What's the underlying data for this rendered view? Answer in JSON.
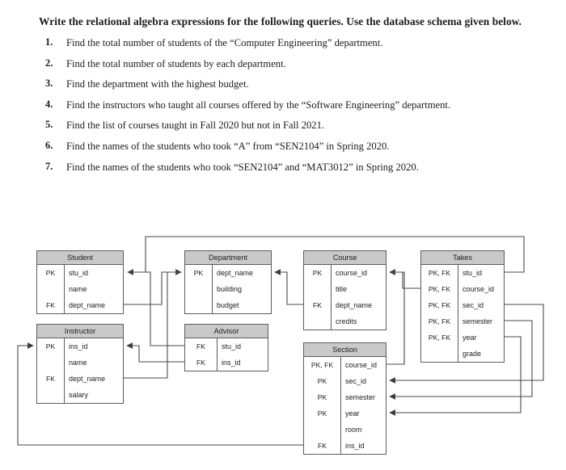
{
  "prompt": {
    "heading": "Write the relational algebra expressions for the following queries. Use the database schema given below.",
    "questions": [
      {
        "num": "1.",
        "text": "Find the total number of students of the “Computer Engineering” department."
      },
      {
        "num": "2.",
        "text": "Find the total number of students by each department."
      },
      {
        "num": "3.",
        "text": "Find the department with the highest budget."
      },
      {
        "num": "4.",
        "text": "Find the instructors who taught all courses offered by the “Software Engineering” department."
      },
      {
        "num": "5.",
        "text": "Find the list of courses taught in Fall 2020 but not in Fall 2021."
      },
      {
        "num": "6.",
        "text": "Find the names of the students who took “A” from “SEN2104” in Spring 2020."
      },
      {
        "num": "7.",
        "text": "Find the names of the students who took “SEN2104” and “MAT3012” in Spring 2020."
      }
    ]
  },
  "diagram": {
    "colors": {
      "header_fill": "#c9c9c9",
      "border": "#5c5c5c",
      "connector": "#4a4a4a",
      "body_fill": "#ffffff"
    },
    "entities": [
      {
        "id": "student",
        "title": "Student",
        "attributes": [
          {
            "key": "PK",
            "name": "stu_id"
          },
          {
            "key": "",
            "name": "name"
          },
          {
            "key": "FK",
            "name": "dept_name"
          }
        ]
      },
      {
        "id": "department",
        "title": "Department",
        "attributes": [
          {
            "key": "PK",
            "name": "dept_name"
          },
          {
            "key": "",
            "name": "building"
          },
          {
            "key": "",
            "name": "budget"
          }
        ]
      },
      {
        "id": "course",
        "title": "Course",
        "attributes": [
          {
            "key": "PK",
            "name": "course_id"
          },
          {
            "key": "",
            "name": "title"
          },
          {
            "key": "FK",
            "name": "dept_name"
          },
          {
            "key": "",
            "name": "credits"
          }
        ]
      },
      {
        "id": "takes",
        "title": "Takes",
        "attributes": [
          {
            "key": "PK, FK",
            "name": "stu_id"
          },
          {
            "key": "PK, FK",
            "name": "course_id"
          },
          {
            "key": "PK, FK",
            "name": "sec_id"
          },
          {
            "key": "PK, FK",
            "name": "semester"
          },
          {
            "key": "PK, FK",
            "name": "year"
          },
          {
            "key": "",
            "name": "grade"
          }
        ]
      },
      {
        "id": "instructor",
        "title": "Instructor",
        "attributes": [
          {
            "key": "PK",
            "name": "ins_id"
          },
          {
            "key": "",
            "name": "name"
          },
          {
            "key": "FK",
            "name": "dept_name"
          },
          {
            "key": "",
            "name": "salary"
          }
        ]
      },
      {
        "id": "advisor",
        "title": "Advisor",
        "attributes": [
          {
            "key": "FK",
            "name": "stu_id"
          },
          {
            "key": "FK",
            "name": "ins_id"
          }
        ]
      },
      {
        "id": "section",
        "title": "Section",
        "attributes": [
          {
            "key": "PK, FK",
            "name": "course_id"
          },
          {
            "key": "PK",
            "name": "sec_id"
          },
          {
            "key": "PK",
            "name": "semester"
          },
          {
            "key": "PK",
            "name": "year"
          },
          {
            "key": "",
            "name": "room"
          },
          {
            "key": "FK",
            "name": "ins_id"
          }
        ]
      }
    ],
    "relationships": [
      {
        "from": "takes.stu_id",
        "to": "student.stu_id"
      },
      {
        "from": "student.dept_name",
        "to": "department.dept_name"
      },
      {
        "from": "course.dept_name",
        "to": "department.dept_name"
      },
      {
        "from": "takes.course_id",
        "to": "course.course_id"
      },
      {
        "from": "advisor.stu_id",
        "to": "student.stu_id"
      },
      {
        "from": "advisor.ins_id",
        "to": "instructor.ins_id"
      },
      {
        "from": "instructor.dept_name",
        "to": "department.dept_name"
      },
      {
        "from": "section.course_id",
        "to": "course.course_id"
      },
      {
        "from": "takes.sec_id",
        "to": "section.sec_id"
      },
      {
        "from": "takes.semester",
        "to": "section.semester"
      },
      {
        "from": "takes.year",
        "to": "section.year"
      },
      {
        "from": "section.ins_id",
        "to": "instructor.ins_id"
      }
    ]
  }
}
